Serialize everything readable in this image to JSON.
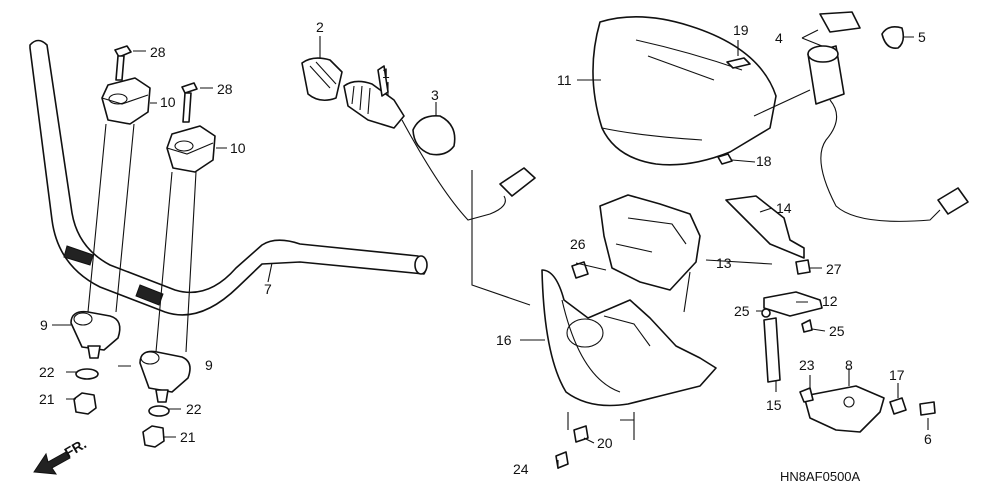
{
  "diagram_code": "HN8AF0500A",
  "front_marker": "FR.",
  "callouts": {
    "c1": "1",
    "c2": "2",
    "c3": "3",
    "c4": "4",
    "c5": "5",
    "c6": "6",
    "c7": "7",
    "c8": "8",
    "c9a": "9",
    "c9b": "9",
    "c10a": "10",
    "c10b": "10",
    "c11": "11",
    "c12": "12",
    "c13": "13",
    "c14": "14",
    "c15": "15",
    "c16": "16",
    "c17": "17",
    "c18": "18",
    "c19": "19",
    "c20": "20",
    "c21a": "21",
    "c21b": "21",
    "c22a": "22",
    "c22b": "22",
    "c23": "23",
    "c24": "24",
    "c25a": "25",
    "c25b": "25",
    "c26": "26",
    "c27": "27",
    "c28a": "28",
    "c28b": "28"
  }
}
